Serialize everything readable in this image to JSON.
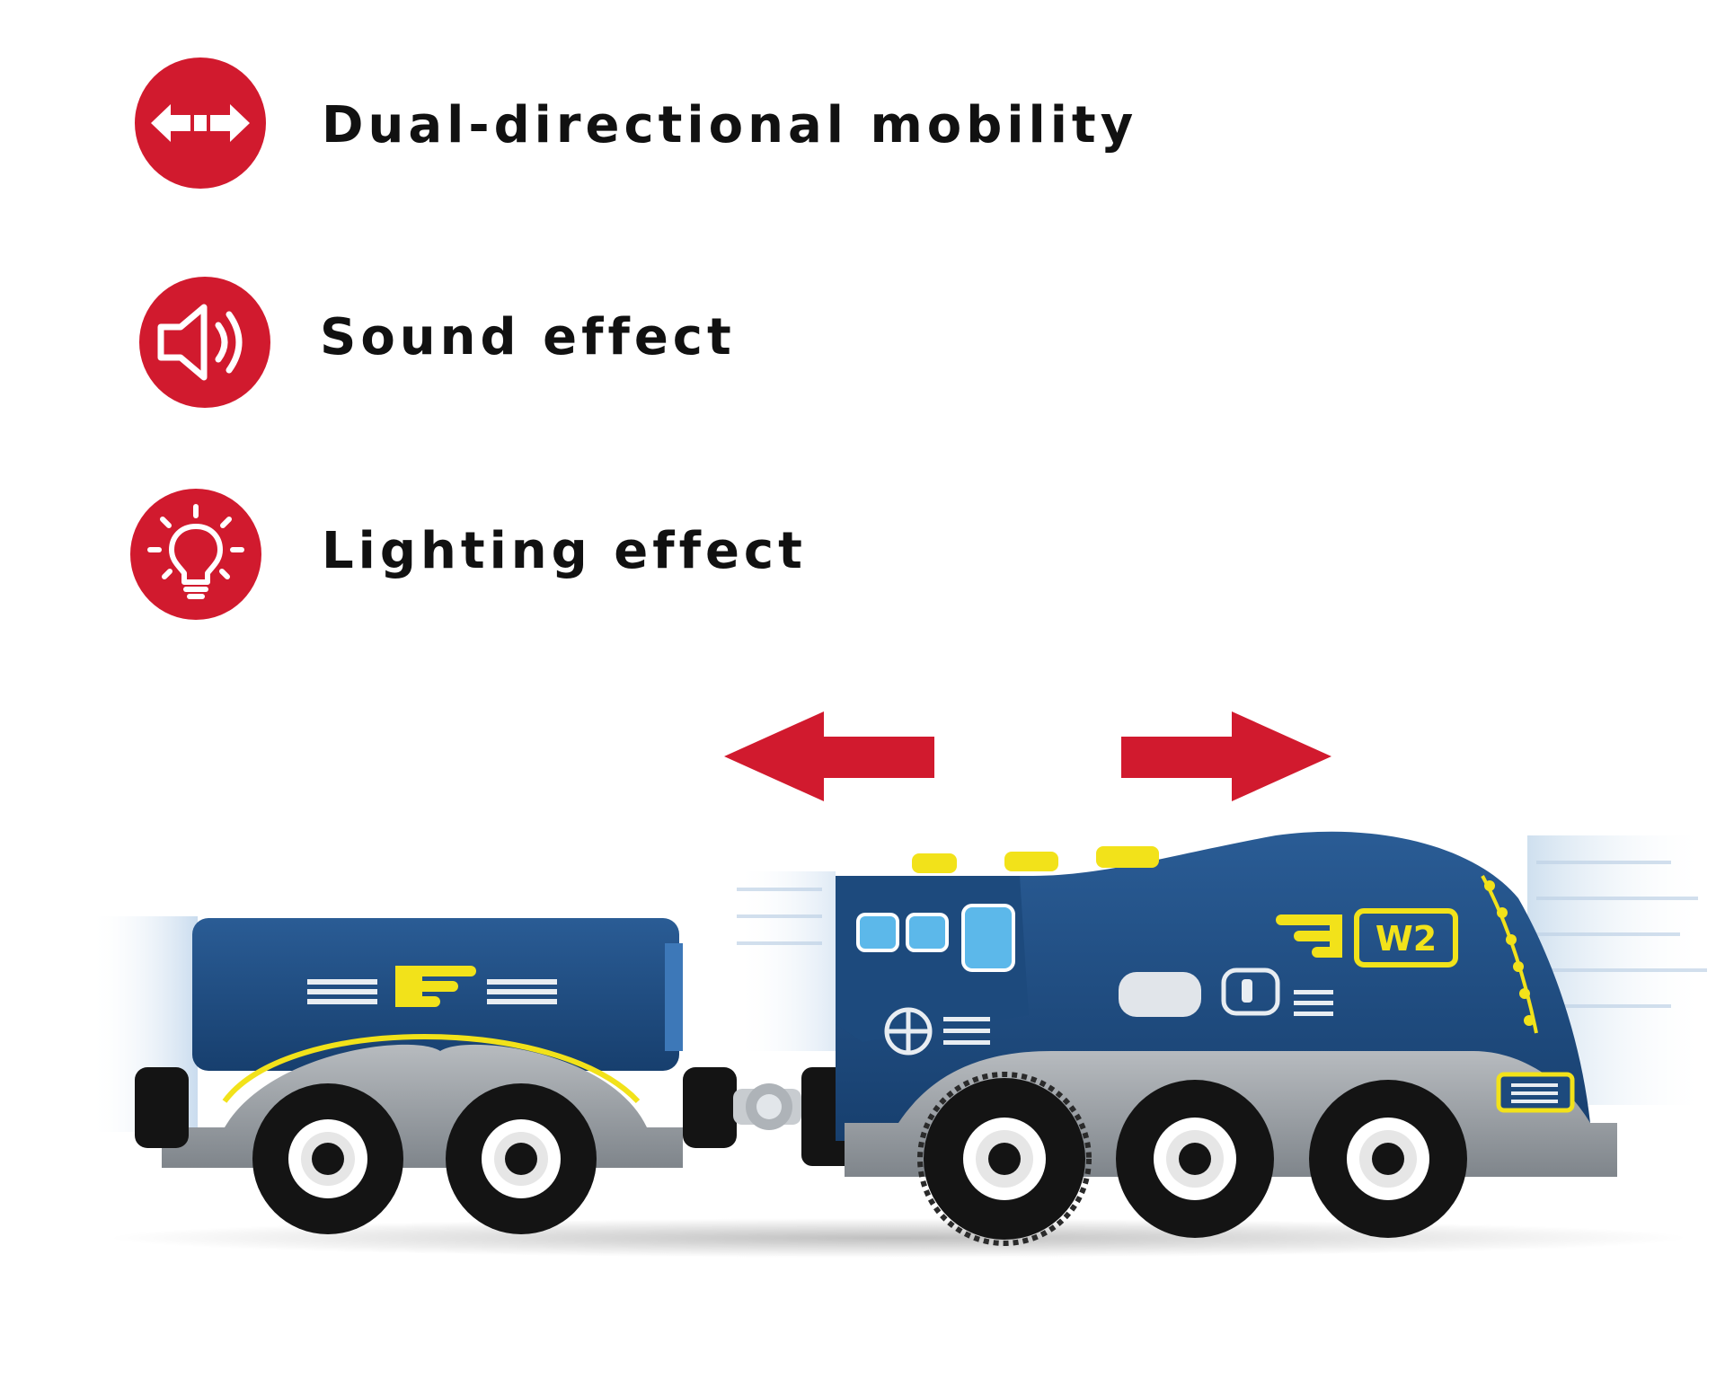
{
  "features": [
    {
      "label": "Dual-directional mobility",
      "icon": "double-arrow-icon"
    },
    {
      "label": "Sound effect",
      "icon": "speaker-icon"
    },
    {
      "label": "Lighting effect",
      "icon": "light-bulb-icon"
    }
  ],
  "locomotive": {
    "badge": "W2"
  },
  "colors": {
    "accent_red": "#d11a2e",
    "train_blue": "#1f4f86",
    "trim_yellow": "#f2e21a",
    "chassis_gray": "#9ea3a8",
    "wheel_black": "#141414"
  }
}
